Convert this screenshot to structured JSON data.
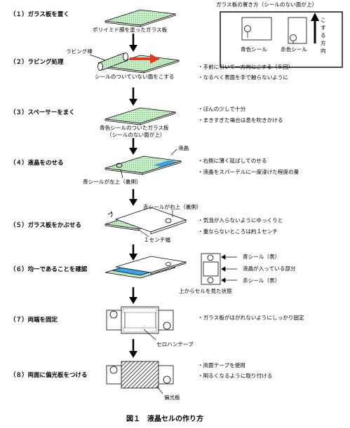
{
  "steps": [
    {
      "label": "（１）ガラス板を置く"
    },
    {
      "label": "（２）ラビング処理"
    },
    {
      "label": "（３）スペーサーをまく"
    },
    {
      "label": "（４）液晶をのせる"
    },
    {
      "label": "（５）ガラス板をかぶせる"
    },
    {
      "label": "（６）均一であることを確認"
    },
    {
      "label": "（７）両端を固定"
    },
    {
      "label": "（８）両面に偏光板をつける"
    }
  ],
  "captions": {
    "s1_plate": "ポリイミド膜を塗ったガラス板",
    "s2_rod": "ラビング棒",
    "s2_plate": "シールのついていない面をこする",
    "s3_plate_1": "青色シールのついたガラス板",
    "s3_plate_2": "（シールのない面が上）",
    "s4_lc": "液晶",
    "s4_blue": "青シールが左上（裏側）",
    "s5_red": "赤シールが右上（裏側）",
    "s5_gap": "１センチ幅",
    "s6_blue": "青シール（表）",
    "s6_lc": "液晶が入っている部分",
    "s6_red": "赤シール（表）",
    "s6_view": "上からセルを見た状態",
    "s7_tape": "セロハンテープ",
    "s8_polarizer": "偏光板"
  },
  "notes": {
    "s2": [
      "・手前に引いて一方向にこする（５回）",
      "・なるべく表面を手で触らないように"
    ],
    "s3": [
      "・ほんの少しで十分",
      "・まきすぎた場合は息を吹きかける"
    ],
    "s4": [
      "・右側に薄く延ばしてのせる",
      "・液晶をスパーテルに一度浸けた程度の量"
    ],
    "s5": [
      "・気泡が入らないようにゆっくりと",
      "・重ならないところは約１センチ"
    ],
    "s7": [
      "・ガラス板がはがれないようにしっかり固定"
    ],
    "s8": [
      "・両面テープを使用",
      "・明るくなるように取り付ける"
    ]
  },
  "legend": {
    "title": "ガラス板の置き方（シールのない面が上）",
    "blue": "青色シール",
    "red": "赤色シール",
    "direction": [
      "こ",
      "す",
      "る",
      "方",
      "向"
    ]
  },
  "figure_caption": "図１　液晶セルの作り方",
  "colors": {
    "plate_green": "#c8f0c8",
    "lc_blue": "#3aa0e8",
    "arrow_red": "#e03a1e",
    "hatch": "#444444"
  }
}
